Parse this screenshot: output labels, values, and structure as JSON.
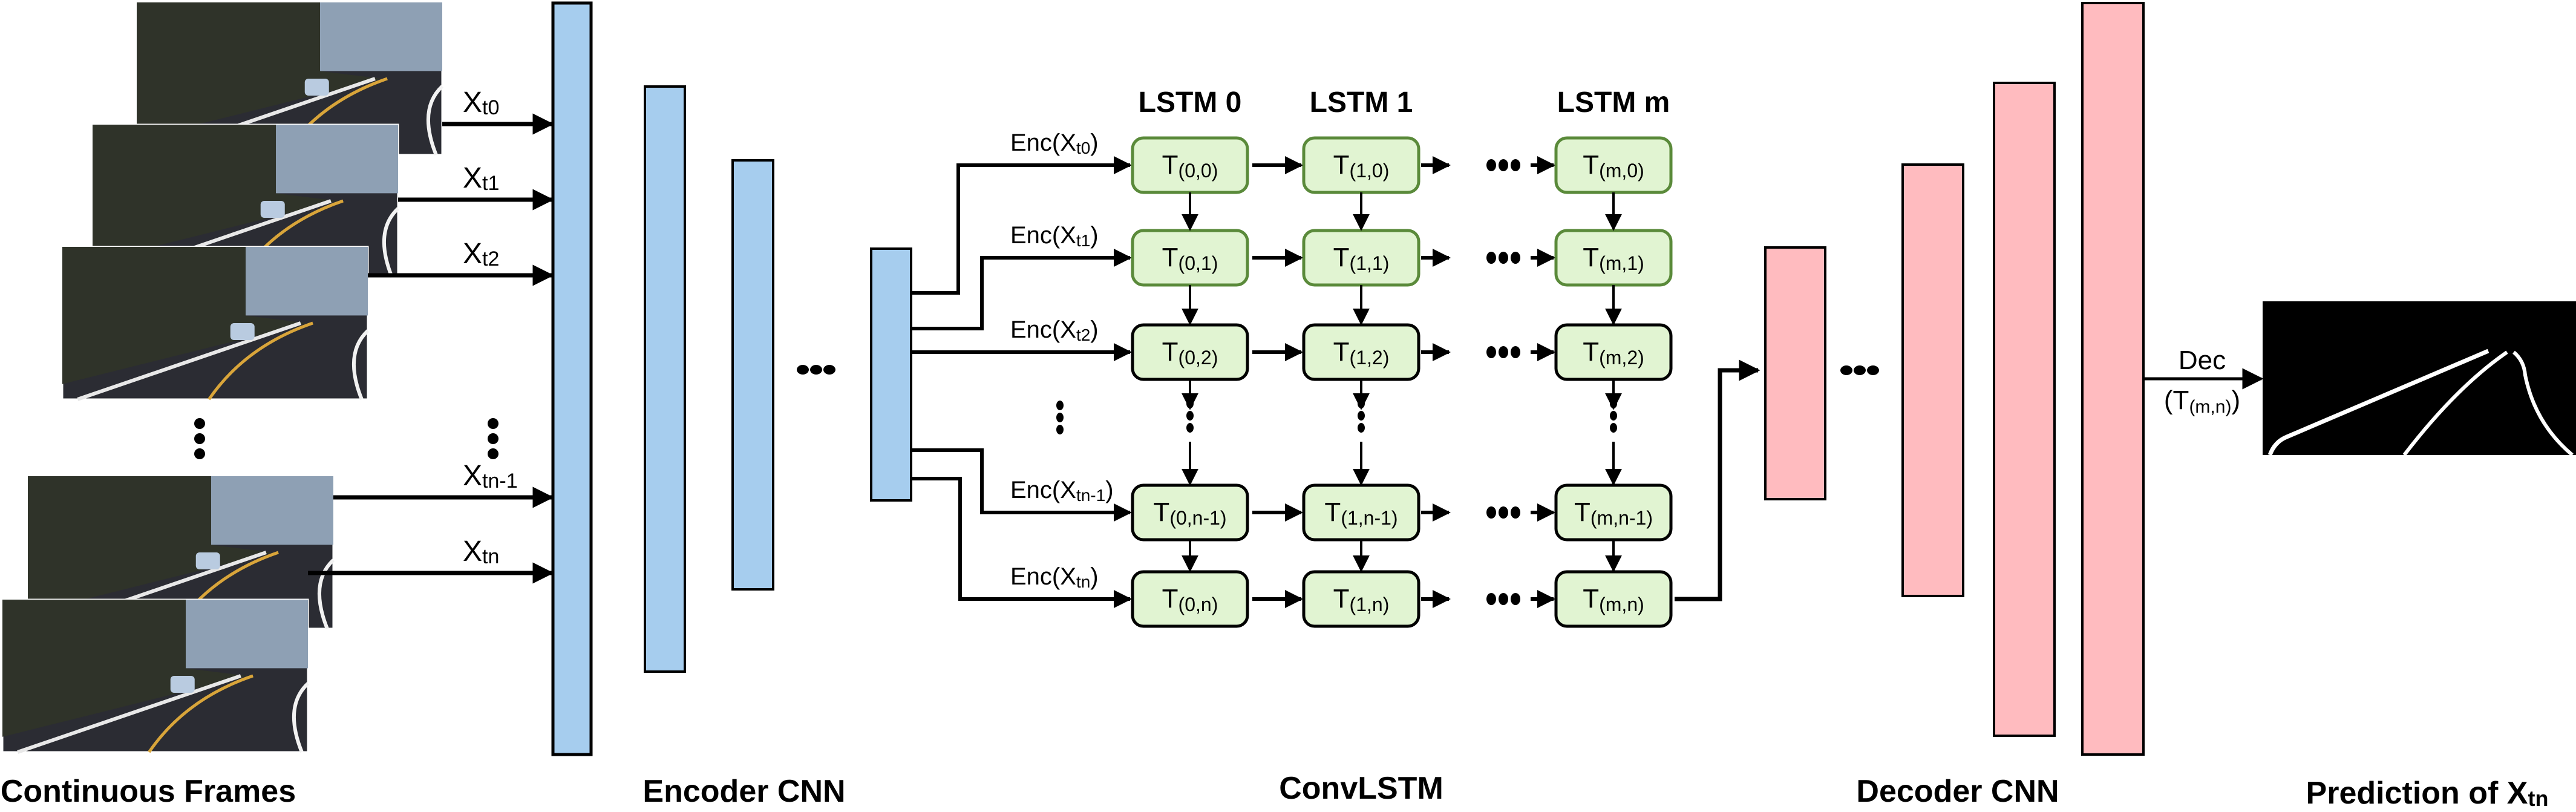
{
  "sections": {
    "frames": "Continuous Frames",
    "encoder": "Encoder CNN",
    "convlstm": "ConvLSTM",
    "decoder": "Decoder CNN",
    "prediction": {
      "prefix": "Prediction of X",
      "sub": "tn"
    }
  },
  "colors": {
    "encoder_fill": "#a6cdee",
    "decoder_fill": "#ffbbbf",
    "cell_fill": "#e1f4d2",
    "cell_border_green": "#5a8a3a",
    "cell_border_dark": "#000000",
    "road_sky": "#8ea0b4",
    "road_trees": "#2f3329",
    "road_asphalt": "#2b2c33",
    "lane_yellow": "#d9a53a"
  },
  "inputs": [
    {
      "base": "X",
      "sub": "t0"
    },
    {
      "base": "X",
      "sub": "t1"
    },
    {
      "base": "X",
      "sub": "t2"
    },
    {
      "base": "X",
      "sub": "tn-1"
    },
    {
      "base": "X",
      "sub": "tn"
    }
  ],
  "enc_labels": [
    {
      "pre": "Enc(X",
      "sub": "t0",
      "post": ")"
    },
    {
      "pre": "Enc(X",
      "sub": "t1",
      "post": ")"
    },
    {
      "pre": "Enc(X",
      "sub": "t2",
      "post": ")"
    },
    {
      "pre": "Enc(X",
      "sub": "tn-1",
      "post": ")"
    },
    {
      "pre": "Enc(X",
      "sub": "tn",
      "post": ")"
    }
  ],
  "lstm_columns": [
    "LSTM 0",
    "LSTM 1",
    "LSTM m"
  ],
  "cells": [
    [
      "(0,0)",
      "(1,0)",
      "(m,0)"
    ],
    [
      "(0,1)",
      "(1,1)",
      "(m,1)"
    ],
    [
      "(0,2)",
      "(1,2)",
      "(m,2)"
    ],
    [
      "(0,n-1)",
      "(1,n-1)",
      "(m,n-1)"
    ],
    [
      "(0,n)",
      "(1,n)",
      "(m,n)"
    ]
  ],
  "cell_prefix": "T",
  "dec_label": {
    "line1": "Dec",
    "line2_pre": "(T",
    "line2_sub": "(m,n)",
    "line2_post": ")"
  },
  "ellipsis_h": "•••",
  "ellipsis_v": "⋮"
}
